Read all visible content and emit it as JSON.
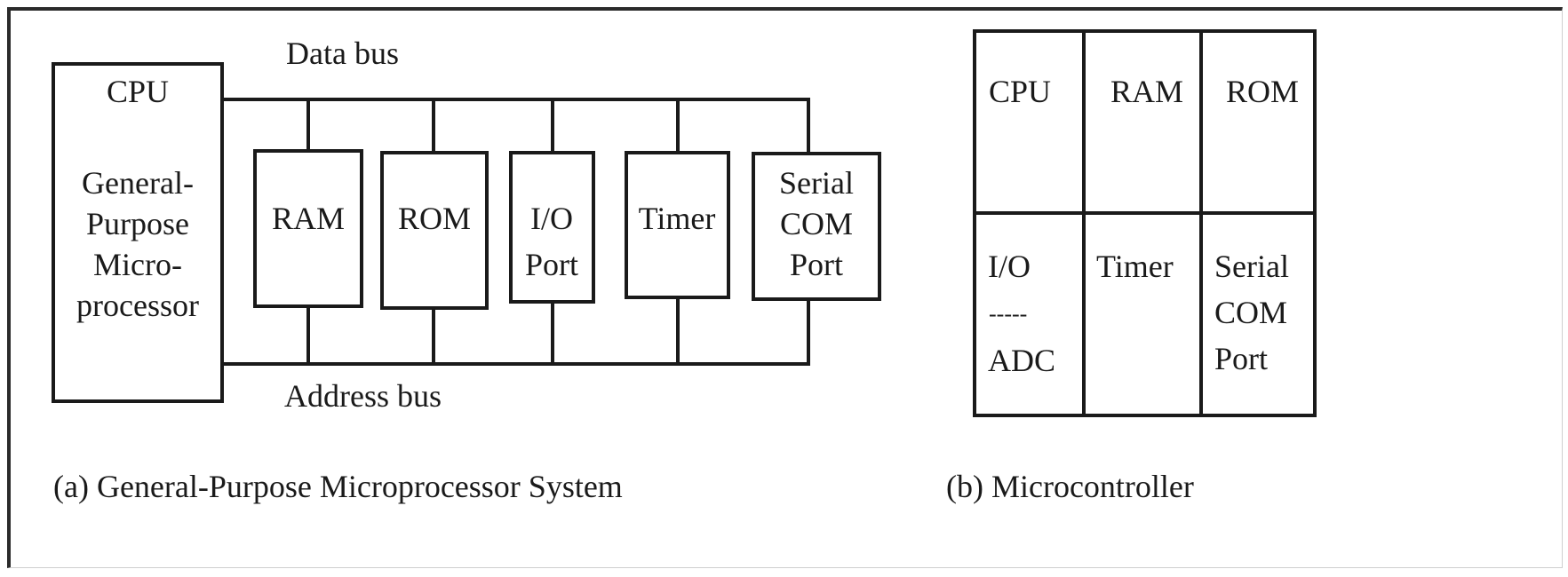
{
  "diagram_a": {
    "data_bus_label": "Data bus",
    "address_bus_label": "Address bus",
    "cpu": {
      "title": "CPU",
      "desc_lines": [
        "General-",
        "Purpose",
        "Micro-",
        "processor"
      ]
    },
    "modules": [
      {
        "name": "ram",
        "lines": [
          "RAM"
        ]
      },
      {
        "name": "rom",
        "lines": [
          "ROM"
        ]
      },
      {
        "name": "io-port",
        "lines": [
          "I/O",
          "Port"
        ]
      },
      {
        "name": "timer",
        "lines": [
          "Timer"
        ]
      },
      {
        "name": "serial-com-port",
        "lines": [
          "Serial",
          "COM",
          "Port"
        ]
      }
    ],
    "caption": "(a) General-Purpose Microprocessor System"
  },
  "diagram_b": {
    "cells": [
      {
        "name": "cpu",
        "lines": [
          "CPU"
        ]
      },
      {
        "name": "ram",
        "lines": [
          "RAM"
        ]
      },
      {
        "name": "rom",
        "lines": [
          "ROM"
        ]
      },
      {
        "name": "io-adc",
        "lines": [
          "I/O",
          "-----",
          "ADC"
        ]
      },
      {
        "name": "timer",
        "lines": [
          "Timer"
        ]
      },
      {
        "name": "serial-com-port",
        "lines": [
          "Serial",
          "COM",
          "Port"
        ]
      }
    ],
    "caption": "(b) Microcontroller"
  }
}
